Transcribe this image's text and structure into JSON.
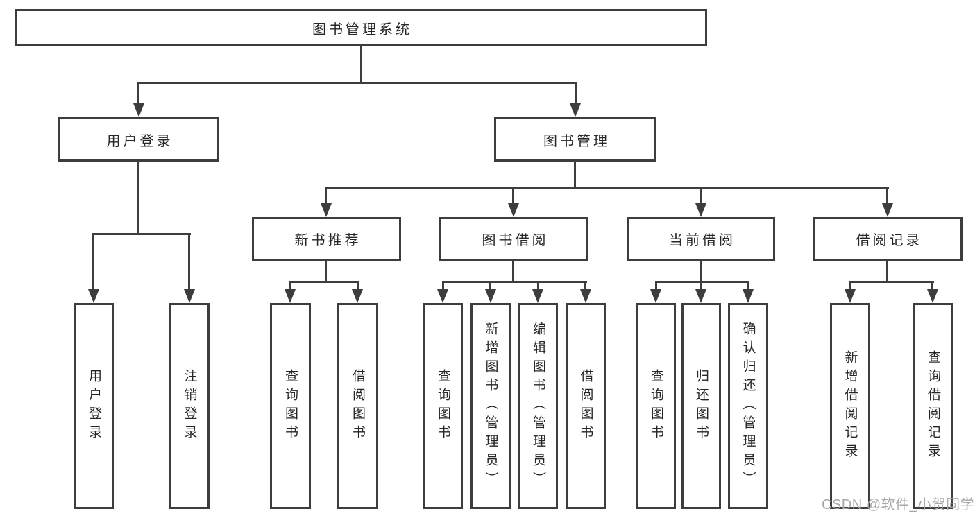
{
  "tree": {
    "root": "图书管理系统",
    "user_login": {
      "label": "用户登录",
      "children": [
        "用户登录",
        "注销登录"
      ]
    },
    "book_mgmt": {
      "label": "图书管理",
      "groups": [
        {
          "label": "新书推荐",
          "children": [
            "查询图书",
            "借阅图书"
          ]
        },
        {
          "label": "图书借阅",
          "children": [
            "查询图书",
            "新增图书（管理员）",
            "编辑图书（管理员）",
            "借阅图书"
          ]
        },
        {
          "label": "当前借阅",
          "children": [
            "查询图书",
            "归还图书",
            "确认归还（管理员）"
          ]
        },
        {
          "label": "借阅记录",
          "children": [
            "新增借阅记录",
            "查询借阅记录"
          ]
        }
      ]
    }
  },
  "watermark": "CSDN @软件_小贺同学",
  "colors": {
    "line": "#3d3d3d",
    "text": "#262626",
    "watermark": "#a9a9a9",
    "background": "#ffffff"
  }
}
